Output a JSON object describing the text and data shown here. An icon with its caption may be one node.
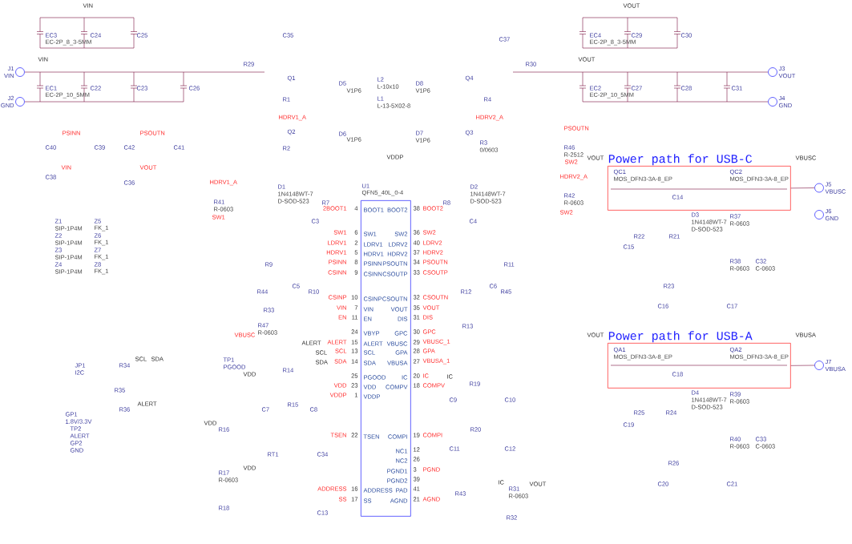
{
  "diagram": {
    "nodes": [
      {
        "text": [
          "Power path for USB-C"
        ]
      },
      {
        "text": [
          "Power path for USB-A"
        ]
      },
      {
        "text": [
          "U1",
          "QFN5_40L_0-4"
        ]
      },
      {
        "text": [
          "J1",
          "VIN"
        ]
      },
      {
        "text": [
          "J2",
          "GND"
        ]
      },
      {
        "text": [
          "J3",
          "VOUT"
        ]
      },
      {
        "text": [
          "J4",
          "GND"
        ]
      },
      {
        "text": [
          "J5",
          "VBUSC"
        ]
      },
      {
        "text": [
          "J6",
          "GND"
        ]
      },
      {
        "text": [
          "J7",
          "VBUSA"
        ]
      }
    ],
    "edges": [
      {
        "from": 0,
        "to": 7,
        "arrow": "none"
      },
      {
        "from": 1,
        "to": 9,
        "arrow": "none"
      }
    ],
    "labels": [
      "VIN",
      "EC3",
      "EC-2P_8_3-5MM",
      "C24",
      "C25",
      "VIN",
      "EC1",
      "EC-2P_10_5MM",
      "C22",
      "C23",
      "C26",
      "R29",
      "PSINN",
      "C40",
      "C39",
      "VIN",
      "C38",
      "PSOUTN",
      "C42",
      "C41",
      "VOUT",
      "C36",
      "HDRV1_A",
      "R41",
      "R-0603",
      "SW1",
      "Z1",
      "SIP-1P4M",
      "Z5",
      "FK_1",
      "Z2",
      "SIP-1P4M",
      "Z6",
      "FK_1",
      "Z3",
      "SIP-1P4M",
      "Z7",
      "FK_1",
      "Z4",
      "SIP-1P4M",
      "Z8",
      "FK_1",
      "C35",
      "Q1",
      "D5",
      "V1P6",
      "L2",
      "L-10x10",
      "L1",
      "L-13-5X02-8",
      "D8",
      "V1P6",
      "Q4",
      "C37",
      "R30",
      "R1",
      "R4",
      "HDRV1_A",
      "HDRV2_A",
      "Q2",
      "D6",
      "V1P6",
      "D7",
      "V1P6",
      "Q3",
      "R2",
      "R3",
      "0/0603",
      "VDDP",
      "D1",
      "1N4148WT-7",
      "D-SOD-523",
      "R7",
      "R8",
      "D2",
      "1N4148WT-7",
      "D-SOD-523",
      "C3",
      "C4",
      "R9",
      "C5",
      "R44",
      "R10",
      "R33",
      "R47",
      "R-0603",
      "VBUSC",
      "ALERT",
      "SCL",
      "SDA",
      "TP1",
      "PGOOD",
      "VDD",
      "R14",
      "R15",
      "C7",
      "C8",
      "VDD",
      "R16",
      "RT1",
      "C34",
      "VDD",
      "R17",
      "R-0603",
      "R18",
      "C13",
      "JP1",
      "I2C",
      "R34",
      "SCL",
      "SDA",
      "R35",
      "GP1",
      "1.8V/3.3V",
      "ALERT",
      "R36",
      "TP2",
      "ALERT",
      "GP2",
      "GND",
      "R11",
      "C6",
      "R12",
      "R45",
      "R13",
      "IC",
      "R19",
      "C9",
      "C10",
      "R20",
      "C11",
      "C12",
      "R43",
      "IC",
      "R31",
      "R-0603",
      "VOUT",
      "R32",
      "VOUT",
      "EC4",
      "EC-2P_8_3-5MM",
      "C29",
      "C30",
      "VOUT",
      "EC2",
      "EC-2P_10_5MM",
      "C27",
      "C28",
      "C31",
      "PSOUTN",
      "R46",
      "R-2512",
      "SW2",
      "HDRV2_A",
      "R42",
      "R-0603",
      "SW2",
      "VOUT",
      "VBUSC",
      "QC1",
      "MOS_DFN3-3A-8_EP",
      "QC2",
      "MOS_DFN3-3A-8_EP",
      "C14",
      "D3",
      "1N4148WT-7",
      "D-SOD-523",
      "R37",
      "R-0603",
      "R22",
      "R21",
      "C15",
      "R38",
      "R-0603",
      "C32",
      "C-0603",
      "R23",
      "C16",
      "C17",
      "VOUT",
      "VBUSA",
      "QA1",
      "MOS_DFN3-3A-8_EP",
      "QA2",
      "MOS_DFN3-3A-8_EP",
      "C18",
      "D4",
      "1N4148WT-7",
      "D-SOD-523",
      "R39",
      "R-0603",
      "R25",
      "R24",
      "C19",
      "R40",
      "R-0603",
      "C33",
      "C-0603",
      "R26",
      "C20",
      "C21",
      "2BOOT1",
      "4",
      "BOOT1",
      "SW1",
      "6",
      "SW1",
      "LDRV1",
      "2",
      "LDRV1",
      "HDRV1",
      "5",
      "HDRV1",
      "PSINN",
      "8",
      "PSINN",
      "CSINN",
      "9",
      "CSINN",
      "CSINP",
      "10",
      "CSINP",
      "VIN",
      "7",
      "VIN",
      "EN",
      "11",
      "EN",
      "24",
      "VBYP",
      "ALERT",
      "15",
      "ALERT",
      "SCL",
      "13",
      "SCL",
      "SDA",
      "14",
      "SDA",
      "25",
      "PGOOD",
      "VDD",
      "23",
      "VDD",
      "VDDP",
      "1",
      "VDDP",
      "TSEN",
      "22",
      "TSEN",
      "ADDRESS",
      "16",
      "ADDRESS",
      "SS",
      "17",
      "SS",
      "BOOT2",
      "38",
      "BOOT2",
      "SW2",
      "36",
      "SW2",
      "LDRV2",
      "40",
      "LDRV2",
      "HDRV2",
      "37",
      "HDRV2",
      "PSOUTN",
      "34",
      "PSOUTN",
      "CSOUTP",
      "33",
      "CSOUTP",
      "CSOUTN",
      "32",
      "CSOUTN",
      "VOUT",
      "35",
      "VOUT",
      "DIS",
      "31",
      "DIS",
      "GPC",
      "30",
      "GPC",
      "VBUSC",
      "29",
      "VBUSC_1",
      "GPA",
      "28",
      "GPA",
      "VBUSA",
      "27",
      "VBUSA_1",
      "IC",
      "20",
      "IC",
      "COMPV",
      "18",
      "COMPV",
      "COMPI",
      "19",
      "COMPI",
      "NC1",
      "12",
      "NC2",
      "26",
      "PGND1",
      "3",
      "PGND",
      "PGND2",
      "39",
      "PAD",
      "41",
      "AGND",
      "21",
      "AGND"
    ]
  }
}
